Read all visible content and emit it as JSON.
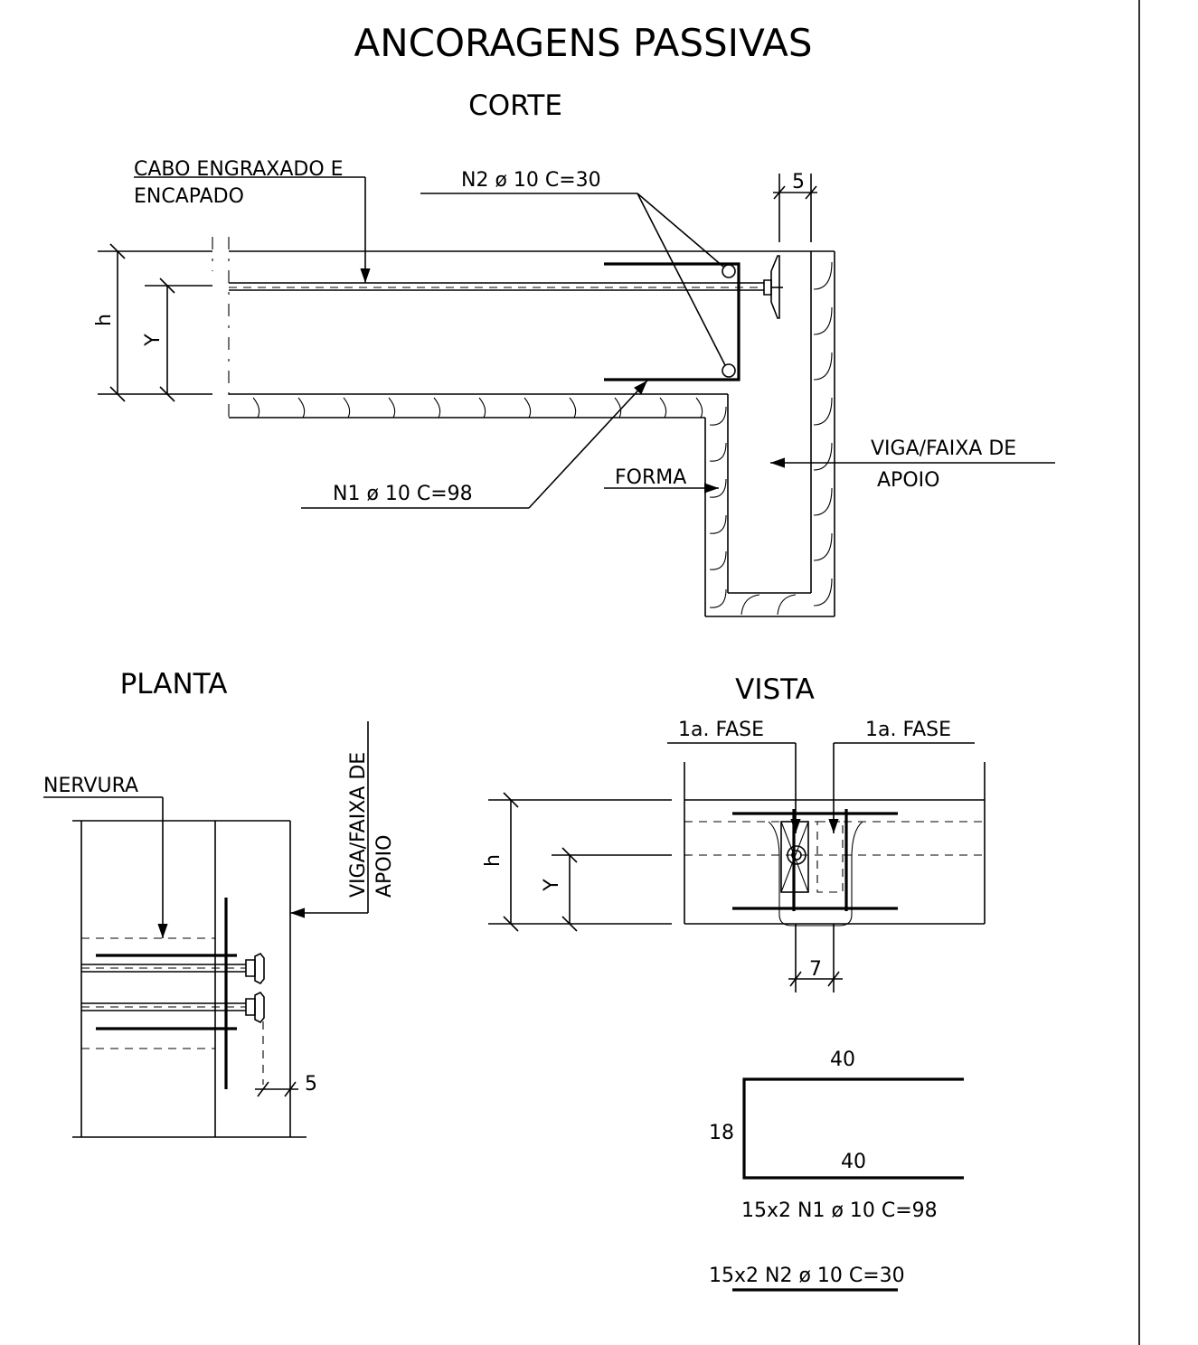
{
  "title": "ANCORAGENS PASSIVAS",
  "corte": {
    "heading": "CORTE",
    "cable_label_line1": "CABO ENGRAXADO E",
    "cable_label_line2": "ENCAPADO",
    "n2_label": "N2 ø 10 C=30",
    "n1_label": "N1 ø 10 C=98",
    "dim_5": "5",
    "dim_h": "h",
    "dim_y": "Y",
    "forma_label": "FORMA",
    "viga_label_line1": "VIGA/FAIXA DE",
    "viga_label_line2": "APOIO"
  },
  "planta": {
    "heading": "PLANTA",
    "nervura_label": "NERVURA",
    "viga_label_line1": "VIGA/FAIXA DE",
    "viga_label_line2": "APOIO",
    "dim_5": "5"
  },
  "vista": {
    "heading": "VISTA",
    "fase_left": "1a. FASE",
    "fase_right": "1a. FASE",
    "dim_h": "h",
    "dim_y": "Y",
    "dim_7": "7"
  },
  "schedule": {
    "top_length": "40",
    "bottom_length": "40",
    "height": "18",
    "n1_line": "15x2 N1 ø 10 C=98",
    "n2_line": "15x2 N2 ø 10 C=30"
  }
}
